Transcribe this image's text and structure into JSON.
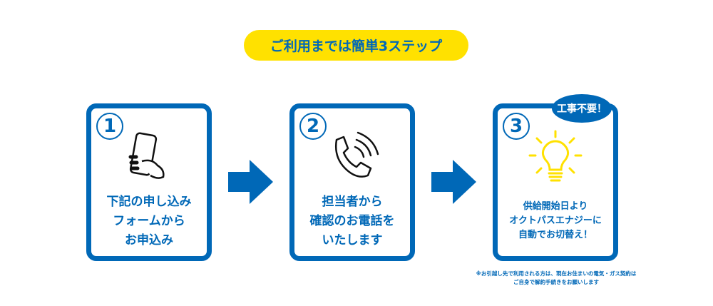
{
  "header": {
    "title": "ご利用までは簡単3ステップ"
  },
  "steps": [
    {
      "number": "1",
      "icon": "smartphone-hand-icon",
      "lines": [
        "下記の申し込み",
        "フォームから",
        "お申込み"
      ]
    },
    {
      "number": "2",
      "icon": "phone-call-icon",
      "lines": [
        "担当者から",
        "確認のお電話を",
        "いたします"
      ]
    },
    {
      "number": "3",
      "icon": "lightbulb-icon",
      "badge": "工事不要！",
      "lines": [
        "供給開始日より",
        "オクトパスエナジーに",
        "自動でお切替え！"
      ]
    }
  ],
  "note": [
    "※お引越し先で利用される方は、現在お住まいの電気・ガス契約は",
    "ご自身で解約手続きをお願いします"
  ],
  "colors": {
    "primary": "#0068B7",
    "accent": "#FFE100"
  }
}
